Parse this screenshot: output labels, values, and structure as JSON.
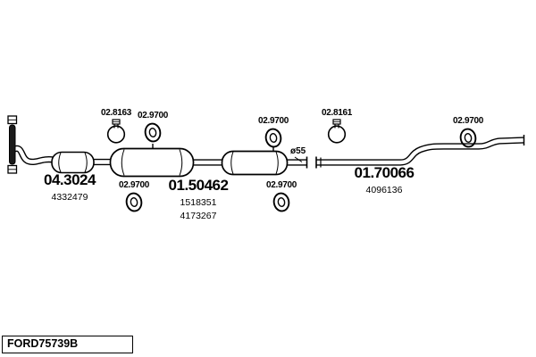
{
  "code_box": {
    "label": "FORD75739B"
  },
  "parts": {
    "front": {
      "code": "04.3024",
      "ref1": "4332479"
    },
    "middle": {
      "code": "01.50462",
      "ref1": "1518351",
      "ref2": "4173267"
    },
    "rear": {
      "code": "01.70066",
      "ref1": "4096136"
    }
  },
  "fittings": {
    "clamp_a": {
      "code": "02.8163"
    },
    "mount_top_1": {
      "code": "02.9700"
    },
    "mount_top_2": {
      "code": "02.9700"
    },
    "clamp_b": {
      "code": "02.8161"
    },
    "mount_top_3": {
      "code": "02.9700"
    },
    "mount_bottom_1": {
      "code": "02.9700"
    },
    "mount_bottom_2": {
      "code": "02.9700"
    }
  },
  "annotations": {
    "pipe_diameter": "ø55"
  }
}
